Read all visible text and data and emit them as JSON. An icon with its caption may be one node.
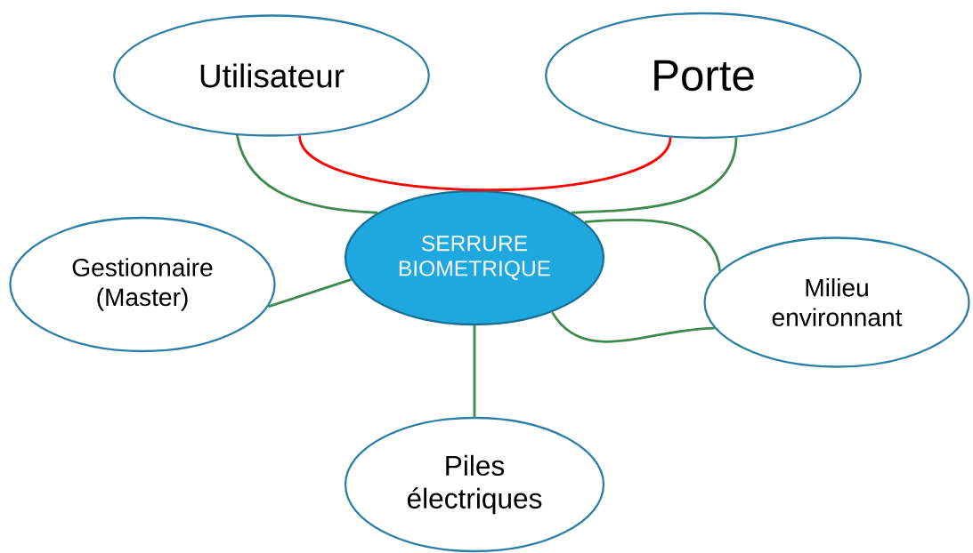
{
  "diagram": {
    "nodes": [
      {
        "text": [
          "SERRURE BIOMETRIQUE"
        ]
      },
      {
        "text": [
          "Utilisateur"
        ]
      },
      {
        "text": [
          "Porte"
        ]
      },
      {
        "text": [
          "Gestionnaire (Master)"
        ]
      },
      {
        "text": [
          "Milieu environnant"
        ]
      },
      {
        "text": [
          "Piles électriques"
        ]
      }
    ],
    "edges": [
      {
        "from": 1,
        "to": 0,
        "arrow": "none"
      },
      {
        "from": 2,
        "to": 0,
        "arrow": "none"
      },
      {
        "from": 1,
        "to": 2,
        "arrow": "none",
        "color": "#ff0000"
      },
      {
        "from": 0,
        "to": 3,
        "arrow": "none"
      },
      {
        "from": 0,
        "to": 4,
        "arrow": "none"
      },
      {
        "from": 0,
        "to": 4,
        "arrow": "none"
      },
      {
        "from": 0,
        "to": 5,
        "arrow": "none"
      }
    ]
  }
}
